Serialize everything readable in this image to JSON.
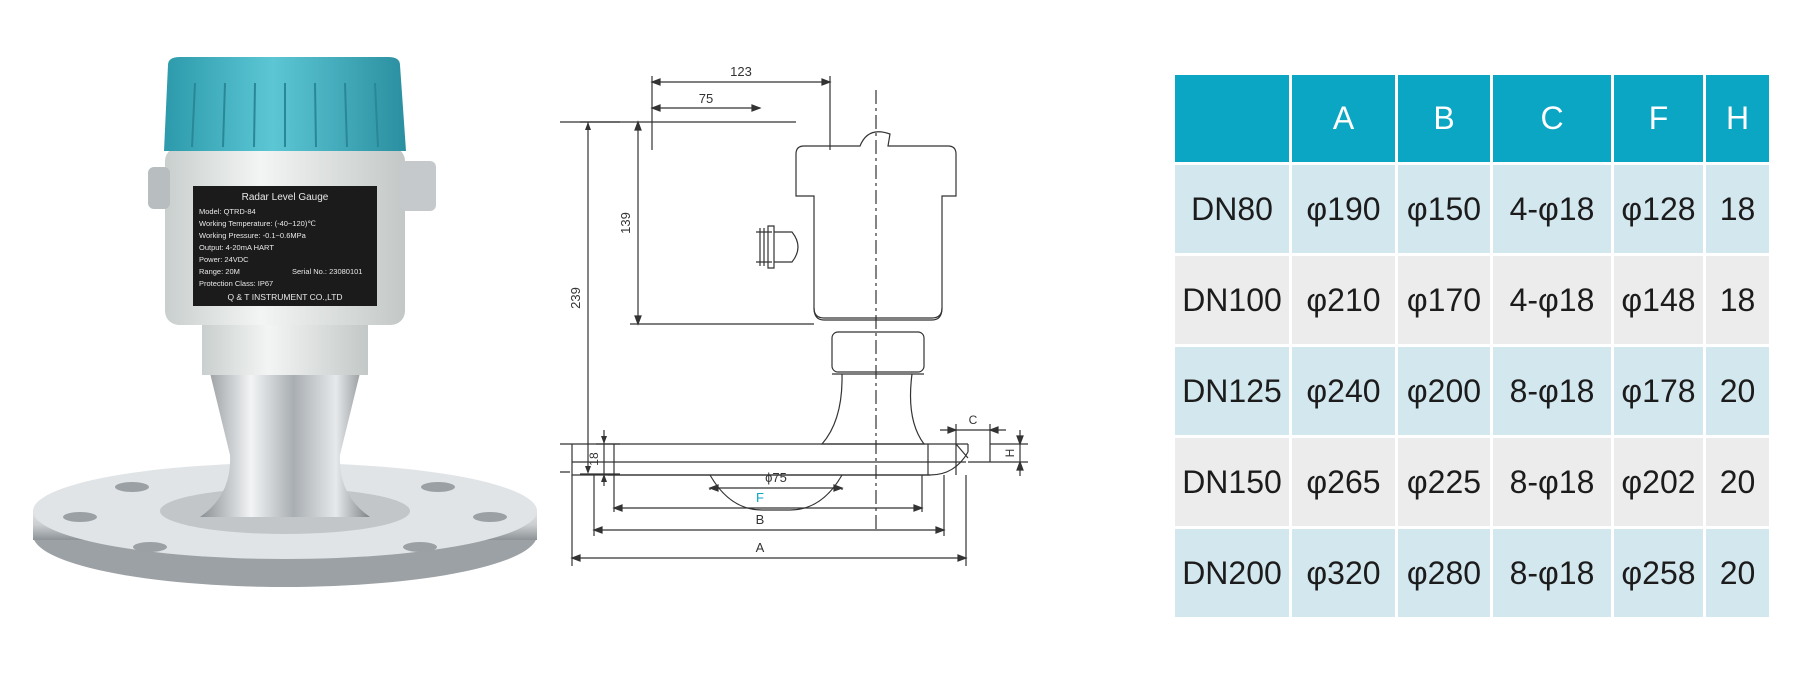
{
  "product_photo": {
    "nameplate": {
      "title": "Radar Level Gauge",
      "lines": [
        "Model: QTRD-84",
        "Working Temperature:  (-40~120)℃",
        "Working Pressure:  -0.1~0.6MPa",
        "Output:  4-20mA HART",
        "Power:  24VDC",
        "Range:  20M",
        "Protection Class:  IP67"
      ],
      "serial": "Serial No.: 23080101",
      "maker": "Q & T INSTRUMENT CO.,LTD"
    },
    "colors": {
      "cap": "#38b3c4",
      "body": "#e8eceb",
      "plate": "#1b1b1b",
      "steel": "#b9bdc0"
    }
  },
  "drawing": {
    "dims": {
      "top_width": "123",
      "center_offset": "75",
      "head_height": "139",
      "total_height": "239",
      "flange_thickness": "18",
      "horn_diameter": "ϕ75",
      "label_f": "F",
      "label_b": "B",
      "label_a": "A",
      "label_c": "C",
      "label_h": "H"
    }
  },
  "table": {
    "header": [
      "",
      "A",
      "B",
      "C",
      "F",
      "H"
    ],
    "rows": [
      [
        "DN80",
        "φ190",
        "φ150",
        "4-φ18",
        "φ128",
        "18"
      ],
      [
        "DN100",
        "φ210",
        "φ170",
        "4-φ18",
        "φ148",
        "18"
      ],
      [
        "DN125",
        "φ240",
        "φ200",
        "8-φ18",
        "φ178",
        "20"
      ],
      [
        "DN150",
        "φ265",
        "φ225",
        "8-φ18",
        "φ202",
        "20"
      ],
      [
        "DN200",
        "φ320",
        "φ280",
        "8-φ18",
        "φ258",
        "20"
      ]
    ],
    "colors": {
      "header": "#0aa6c4",
      "row_a": "#d3e7ef",
      "row_b": "#ececec"
    }
  }
}
